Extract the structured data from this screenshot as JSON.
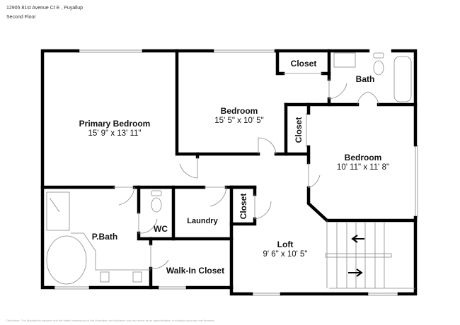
{
  "header": {
    "address": "12905 81st Avenue Ct E , Puyallup",
    "floor": "Second Floor"
  },
  "rooms": {
    "primary_bedroom": {
      "name": "Primary Bedroom",
      "dims": "15' 9\" x 13' 11\""
    },
    "bedroom_1": {
      "name": "Bedroom",
      "dims": "15' 5\" x 10' 5\""
    },
    "bedroom_2": {
      "name": "Bedroom",
      "dims": "10' 11\" x 11' 8\""
    },
    "loft": {
      "name": "Loft",
      "dims": "9' 6\" x 10' 5\""
    },
    "closet_top": {
      "name": "Closet"
    },
    "closet_mid": {
      "name": "Closet"
    },
    "closet_loft": {
      "name": "Closet"
    },
    "bath": {
      "name": "Bath"
    },
    "p_bath": {
      "name": "P.Bath"
    },
    "wc": {
      "name": "WC"
    },
    "laundry": {
      "name": "Laundry"
    },
    "walk_in_closet": {
      "name": "Walk-In Closet"
    }
  },
  "disclaimer": "Disclaimer: The illustrations depicted and the stated dimensions in this illustration are indicative only and serve as an approximation of existing structures and features."
}
